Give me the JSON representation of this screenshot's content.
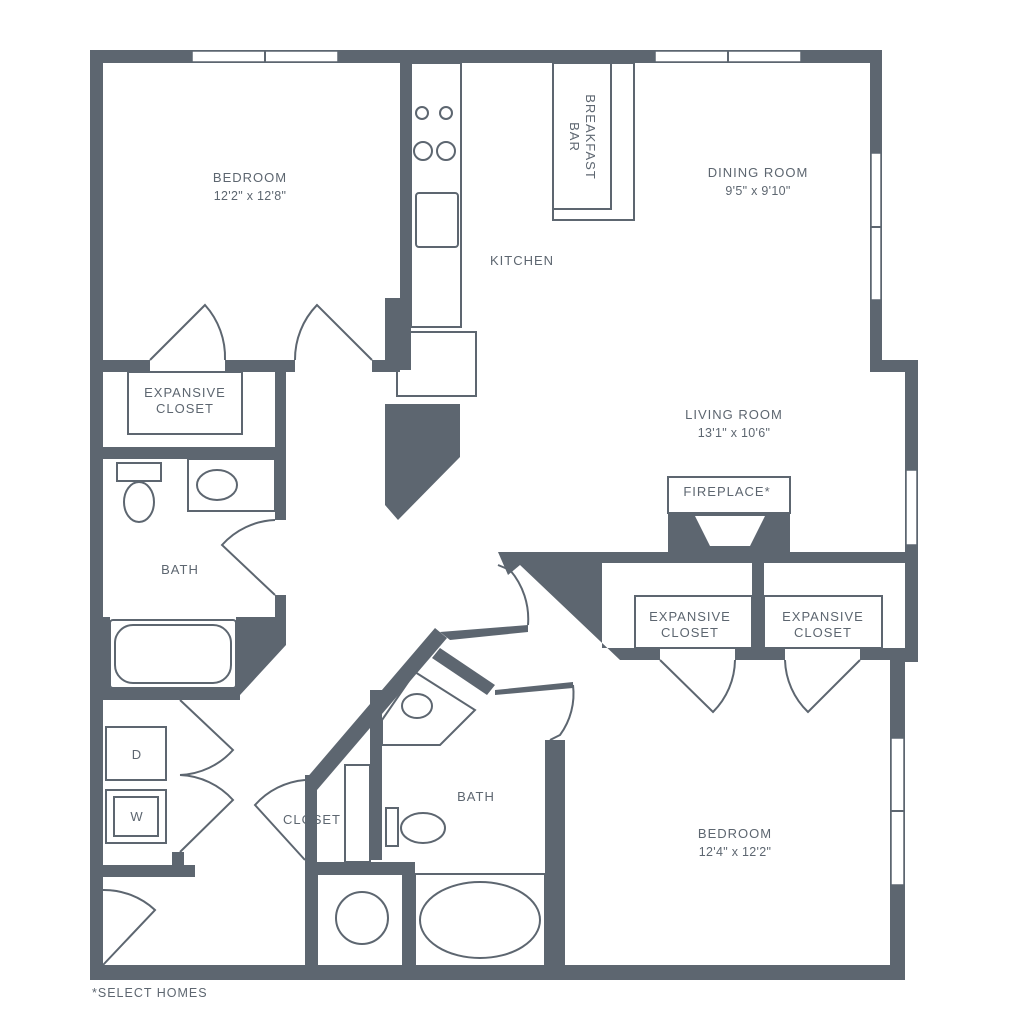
{
  "rooms": {
    "bedroom1": {
      "name": "BEDROOM",
      "size": "12'2\" x 12'8\""
    },
    "breakfast_bar": {
      "line1": "BREAKFAST",
      "line2": "BAR"
    },
    "dining": {
      "name": "DINING ROOM",
      "size": "9'5\" x 9'10\""
    },
    "kitchen": {
      "name": "KITCHEN"
    },
    "living": {
      "name": "LIVING ROOM",
      "size": "13'1\" x 10'6\""
    },
    "closet1": {
      "line1": "EXPANSIVE",
      "line2": "CLOSET"
    },
    "fireplace": {
      "name": "FIREPLACE*"
    },
    "bath1": {
      "name": "BATH"
    },
    "closet2": {
      "line1": "EXPANSIVE",
      "line2": "CLOSET"
    },
    "closet3": {
      "line1": "EXPANSIVE",
      "line2": "CLOSET"
    },
    "dryer": {
      "name": "D"
    },
    "washer": {
      "name": "W"
    },
    "closet4": {
      "name": "CLOSET"
    },
    "bath2": {
      "name": "BATH"
    },
    "bedroom2": {
      "name": "BEDROOM",
      "size": "12'4\" x 12'2\""
    }
  },
  "footnote": "*SELECT HOMES",
  "colors": {
    "wall": "#5d6670"
  }
}
